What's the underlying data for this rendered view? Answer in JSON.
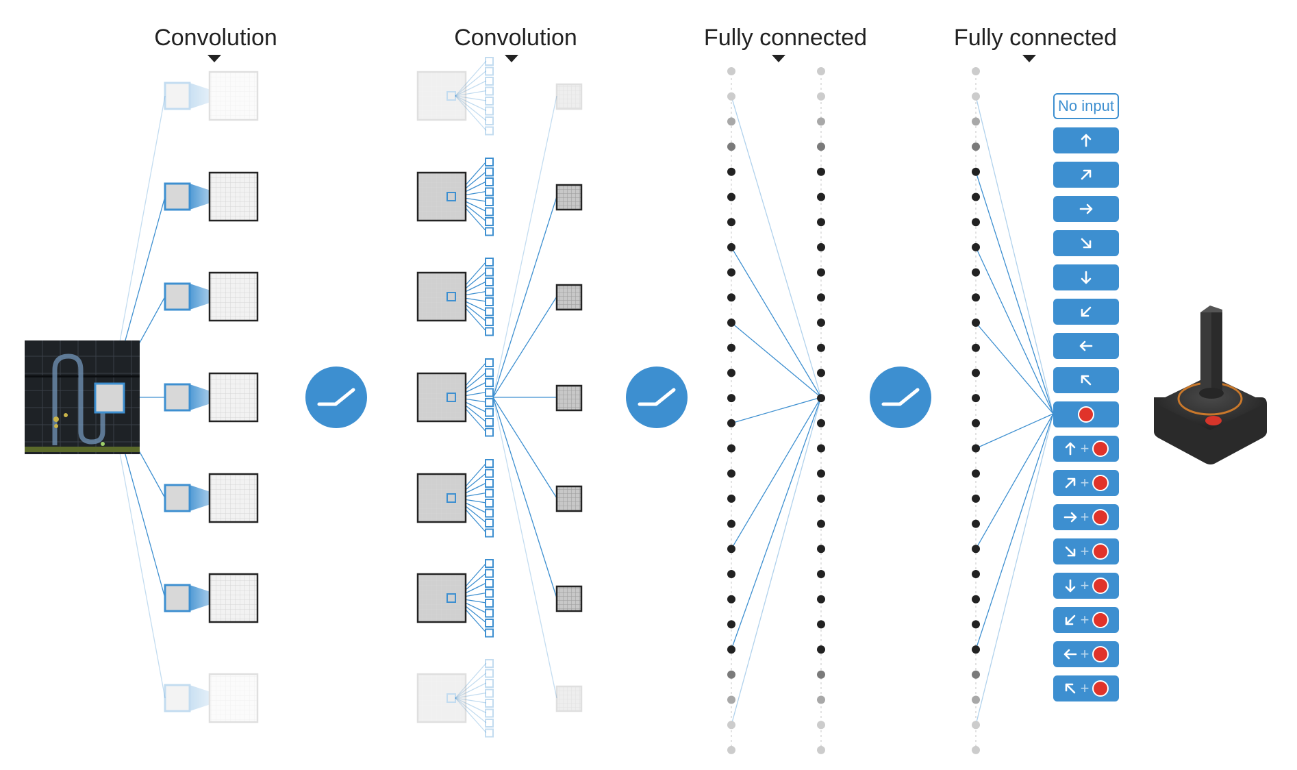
{
  "titles": {
    "conv1": "Convolution",
    "conv2": "Convolution",
    "fc1": "Fully connected",
    "fc2": "Fully connected"
  },
  "actions": [
    {
      "label": "No input",
      "arrow": null,
      "fire": false
    },
    {
      "label": "",
      "arrow": "up",
      "fire": false
    },
    {
      "label": "",
      "arrow": "up-right",
      "fire": false
    },
    {
      "label": "",
      "arrow": "right",
      "fire": false
    },
    {
      "label": "",
      "arrow": "down-right",
      "fire": false
    },
    {
      "label": "",
      "arrow": "down",
      "fire": false
    },
    {
      "label": "",
      "arrow": "down-left",
      "fire": false
    },
    {
      "label": "",
      "arrow": "left",
      "fire": false
    },
    {
      "label": "",
      "arrow": "up-left",
      "fire": false
    },
    {
      "label": "",
      "arrow": null,
      "fire": true
    },
    {
      "label": "+",
      "arrow": "up",
      "fire": true
    },
    {
      "label": "+",
      "arrow": "up-right",
      "fire": true
    },
    {
      "label": "+",
      "arrow": "right",
      "fire": true
    },
    {
      "label": "+",
      "arrow": "down-right",
      "fire": true
    },
    {
      "label": "+",
      "arrow": "down",
      "fire": true
    },
    {
      "label": "+",
      "arrow": "down-left",
      "fire": true
    },
    {
      "label": "+",
      "arrow": "left",
      "fire": true
    },
    {
      "label": "+",
      "arrow": "up-left",
      "fire": true
    }
  ],
  "colors": {
    "accent": "#3d8fd0",
    "line": "#3d8fd0",
    "node_dark": "#222222",
    "node_faded": "#cccccc",
    "fire": "#e0332a",
    "screen_bg": "#1e2226"
  },
  "icons": {
    "relu": "relu-icon",
    "joystick": "joystick-icon",
    "game_screen": "game-screen-image"
  }
}
